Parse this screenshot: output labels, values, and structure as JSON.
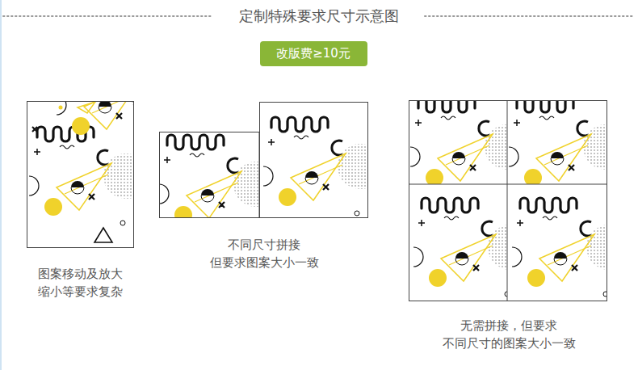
{
  "diagram": {
    "title": "定制特殊要求尺寸示意图",
    "nodes": [
      {
        "text": [
          "改版费≥10元"
        ]
      }
    ],
    "labels": [
      "图案移动及放大 缩小等要求复杂",
      "不同尺寸拼接 但要求图案大小一致",
      "无需拼接，但要求 不同尺寸的图案大小一致"
    ]
  }
}
